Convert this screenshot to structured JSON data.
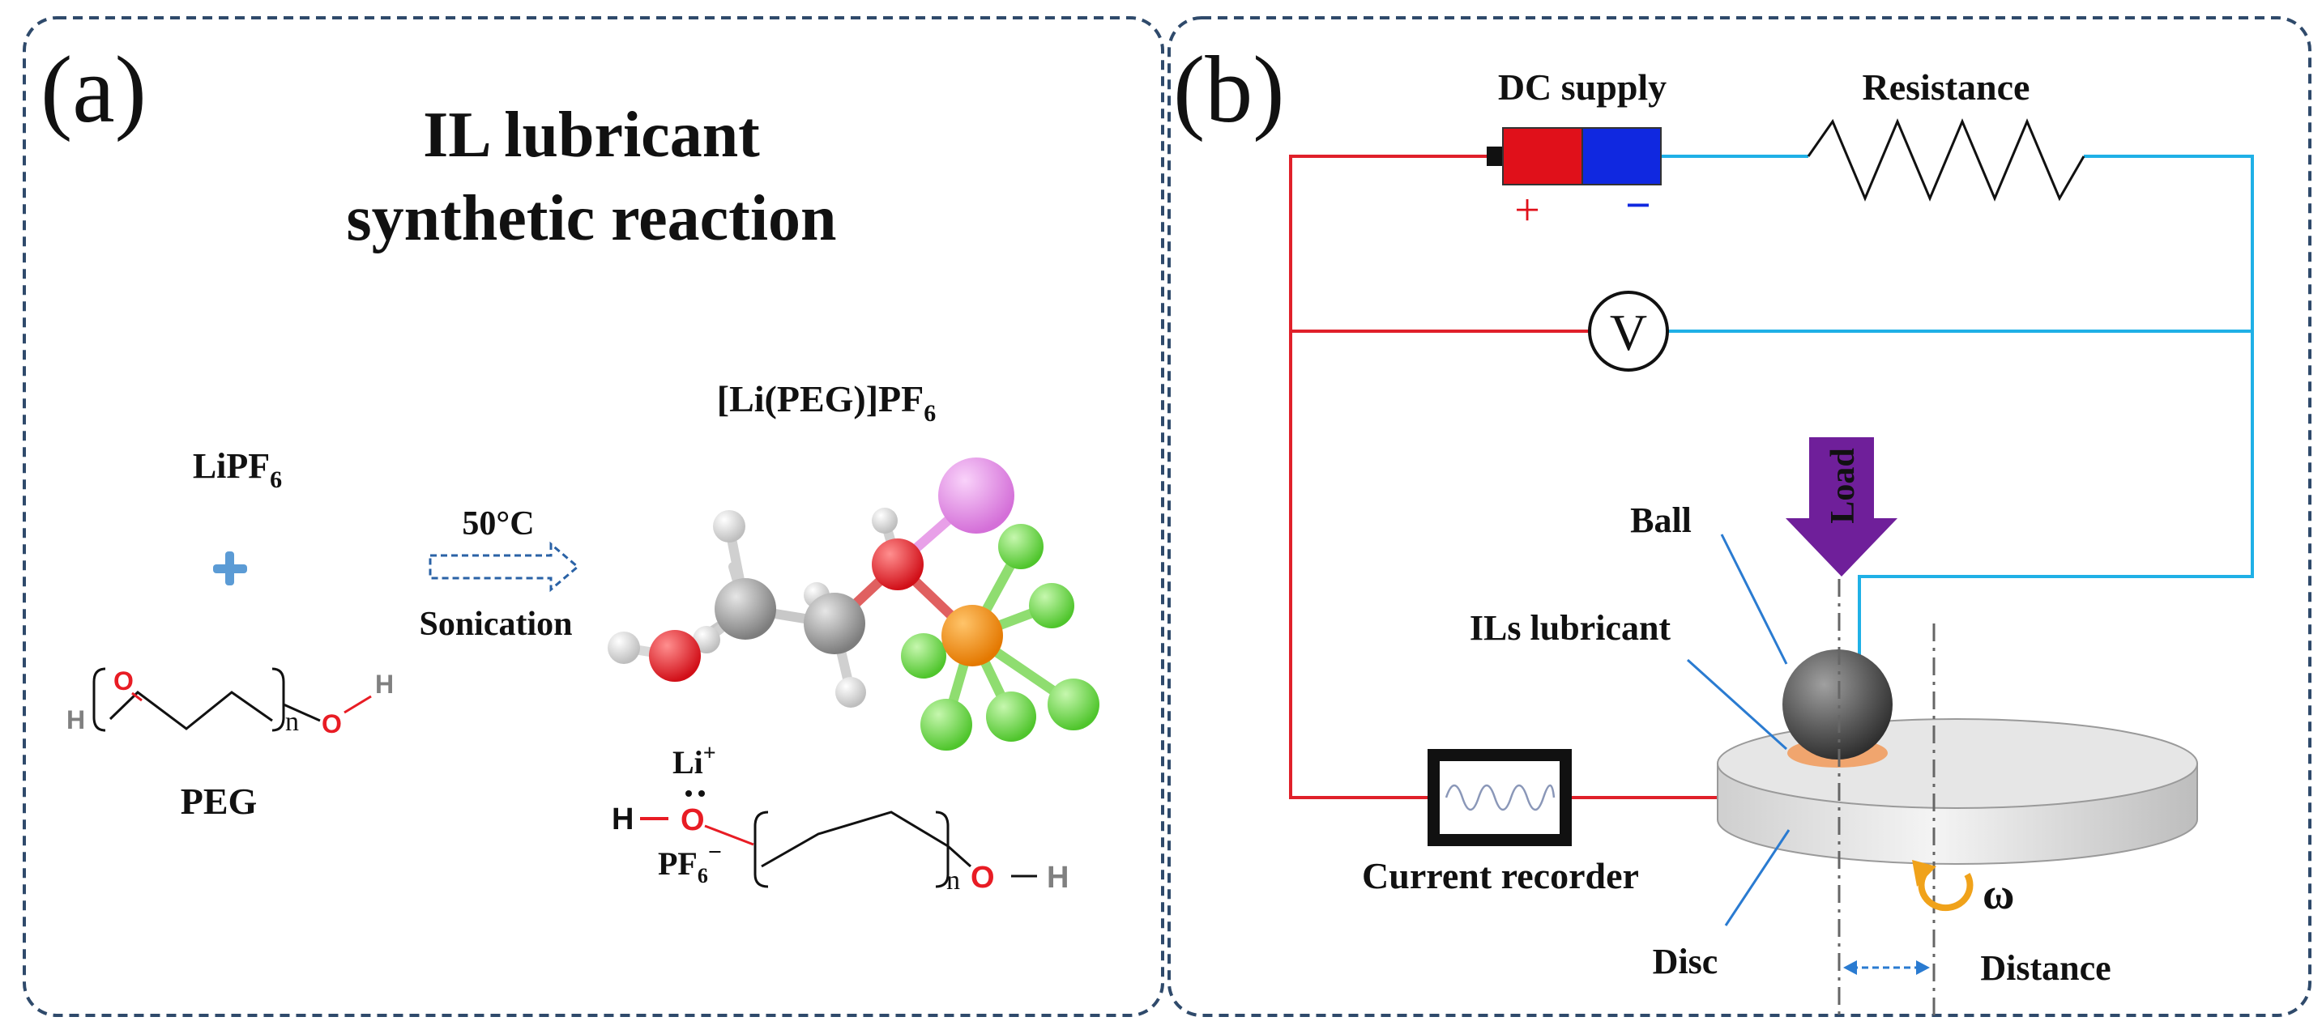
{
  "colors": {
    "panel_border": "#2f4a6b",
    "wire_red": "#e0202a",
    "wire_cyan": "#1fb0e6",
    "pointer_blue": "#2a7bd1",
    "load_purple": "#6f1f9a",
    "oxygen": "#e81c24",
    "lithium": "#e58ee8",
    "phosphorus": "#f28a0a",
    "fluorine": "#6cd94b",
    "carbon": "#a6a6a6",
    "hydrogen": "#f2f2f2",
    "rotation_arrow": "#f0a21a",
    "lubricant": "#f0a56e"
  },
  "panel_a": {
    "tag": "(a)",
    "title_line1": "IL lubricant",
    "title_line2": "synthetic reaction",
    "reagent1": {
      "base": "LiPF",
      "sub": "6"
    },
    "plus_icon": "plus-icon",
    "peg_label": "PEG",
    "peg_structure": {
      "h_left": "H",
      "o_left": "O",
      "n": "n",
      "o_right": "O",
      "h_right": "H"
    },
    "condition_temp": "50°C",
    "condition_method": "Sonication",
    "product": {
      "base": "[Li(PEG)]PF",
      "sub": "6"
    },
    "product_structure": {
      "li": "Li",
      "li_charge": "+",
      "h_left": "H",
      "o": "O",
      "pf": "PF",
      "pf_sub": "6",
      "pf_charge": "−",
      "n": "n",
      "o_right": "O",
      "h_right": "H"
    }
  },
  "panel_b": {
    "tag": "(b)",
    "dc_supply": "DC supply",
    "plus_sign": "+",
    "minus_sign": "−",
    "resistance": "Resistance",
    "voltmeter": "V",
    "load": "Load",
    "ball": "Ball",
    "ils_lubricant": "ILs lubricant",
    "current_recorder": "Current recorder",
    "disc": "Disc",
    "omega": "ω",
    "distance": "Distance"
  }
}
